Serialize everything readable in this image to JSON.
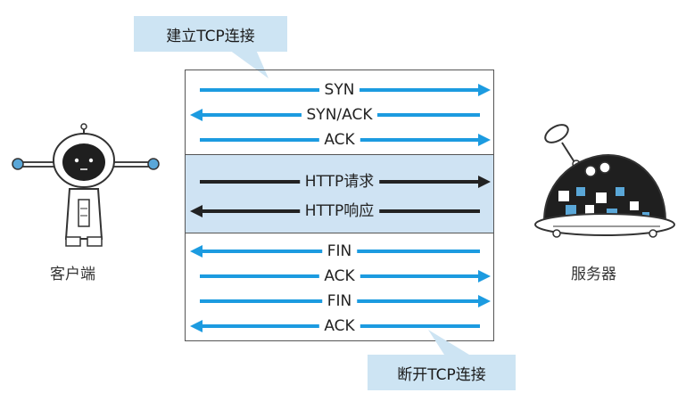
{
  "callouts": {
    "connect": "建立TCP连接",
    "disconnect": "断开TCP连接"
  },
  "colors": {
    "tcp_arrow": "#1c9be0",
    "http_arrow": "#222222",
    "callout_bg": "#cde4f3",
    "http_band_bg": "#cfe3f3"
  },
  "handshake": [
    {
      "label": "SYN",
      "direction": "right"
    },
    {
      "label": "SYN/ACK",
      "direction": "left"
    },
    {
      "label": "ACK",
      "direction": "right"
    }
  ],
  "http": [
    {
      "label": "HTTP请求",
      "direction": "right"
    },
    {
      "label": "HTTP响应",
      "direction": "left"
    }
  ],
  "teardown": [
    {
      "label": "FIN",
      "direction": "left"
    },
    {
      "label": "ACK",
      "direction": "right"
    },
    {
      "label": "FIN",
      "direction": "right"
    },
    {
      "label": "ACK",
      "direction": "left"
    }
  ],
  "endpoints": {
    "client": "客户端",
    "server": "服务器"
  }
}
